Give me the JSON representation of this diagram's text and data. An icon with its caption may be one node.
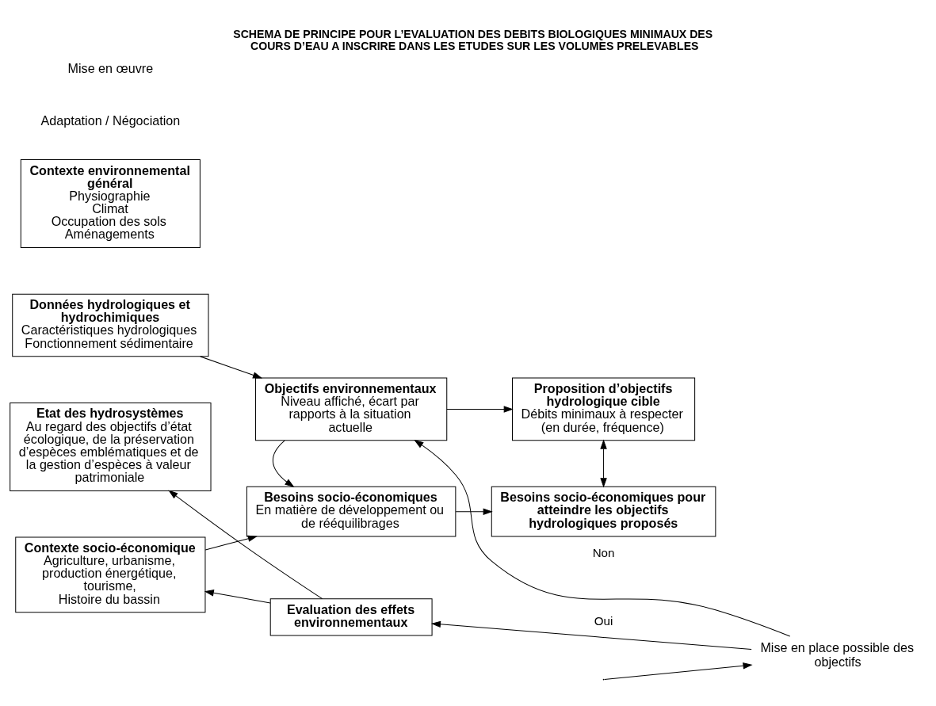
{
  "diagram": {
    "title": "SCHEMA DE PRINCIPE POUR L’EVALUATION DES DEBITS BIOLOGIQUES MINIMAUX DES COURS D’EAU A INSCRIRE DANS LES ETUDES SUR LES VOLUMES PRELEVABLES",
    "nodes": [
      {
        "text": [
          "Contexte environnemental général",
          "Physiographie",
          "Climat",
          "Occupation des sols",
          "Aménagements"
        ]
      },
      {
        "text": [
          "Données hydrologiques et hydrochimiques",
          "Caractéristiques hydrologiques",
          "Fonctionnement sédimentaire"
        ]
      },
      {
        "text": [
          "Etat des hydrosystèmes",
          "Au regard des objectifs d’état écologique, de la préservation d’espèces emblématiques et de la gestion d’espèces à valeur patrimoniale"
        ]
      },
      {
        "text": [
          "Contexte socio-économique",
          "Agriculture, urbanisme, production énergétique, tourisme,",
          "Histoire du bassin"
        ]
      },
      {
        "text": [
          "Objectifs environnementaux",
          "Niveau affiché, écart par rapports à la situation actuelle"
        ]
      },
      {
        "text": [
          "Proposition d’objectifs hydrologique cible",
          "Débits minimaux à respecter (en durée, fréquence)"
        ]
      },
      {
        "text": [
          "Besoins socio-économiques",
          "En matière de développement ou de rééquilibrages"
        ]
      },
      {
        "text": [
          "Besoins socio-économiques pour atteindre les objectifs hydrologiques proposés"
        ]
      },
      {
        "text": [
          "Mise en place possible des objectifs"
        ]
      },
      {
        "text": [
          "Evaluation des effets environnementaux"
        ]
      }
    ],
    "edges": [
      {
        "from": 1,
        "to": 4,
        "arrow": "to"
      },
      {
        "from": 4,
        "to": 5,
        "arrow": "to"
      },
      {
        "from": 4,
        "to": 6,
        "arrow": "to"
      },
      {
        "from": 3,
        "to": 6,
        "arrow": "to"
      },
      {
        "from": 6,
        "to": 7,
        "arrow": "to"
      },
      {
        "from": 5,
        "to": 7,
        "arrow": "both"
      },
      {
        "from": null,
        "to": 8,
        "arrow": "to"
      },
      {
        "from": 8,
        "to": 4,
        "arrow": "to",
        "label": "Non"
      },
      {
        "from": 8,
        "to": 9,
        "arrow": "to",
        "label": "Oui"
      },
      {
        "from": 9,
        "to": 2,
        "arrow": "to"
      },
      {
        "from": 9,
        "to": 3,
        "arrow": "to"
      }
    ],
    "labels": [
      "Adaptation / Négociation",
      "Mise en œuvre"
    ]
  }
}
